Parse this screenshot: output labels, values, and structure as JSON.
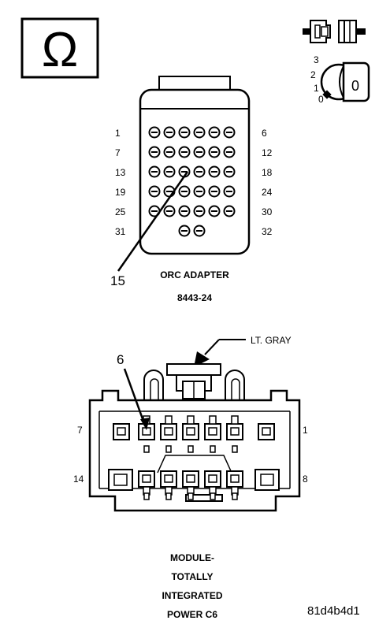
{
  "symbols": {
    "meter_symbol": "Ω",
    "ignition_positions": [
      "3",
      "2",
      "1",
      "0"
    ],
    "ignition_key_label": "0"
  },
  "orc_adapter": {
    "row_labels_left": [
      "1",
      "7",
      "13",
      "19",
      "25",
      "31"
    ],
    "row_labels_right": [
      "6",
      "12",
      "18",
      "24",
      "30",
      "32"
    ],
    "callout_pin": "15",
    "title_line1": "ORC ADAPTER",
    "title_line2": "8443-24"
  },
  "module_connector": {
    "color_label": "LT. GRAY",
    "callout_pin": "6",
    "label_top_left": "7",
    "label_top_right": "1",
    "label_bottom_left": "14",
    "label_bottom_right": "8",
    "title_lines": [
      "MODULE-",
      "TOTALLY",
      "INTEGRATED",
      "POWER C6"
    ]
  },
  "figure_code": "81d4b4d1",
  "colors": {
    "ink": "#000000",
    "paper": "#ffffff"
  }
}
